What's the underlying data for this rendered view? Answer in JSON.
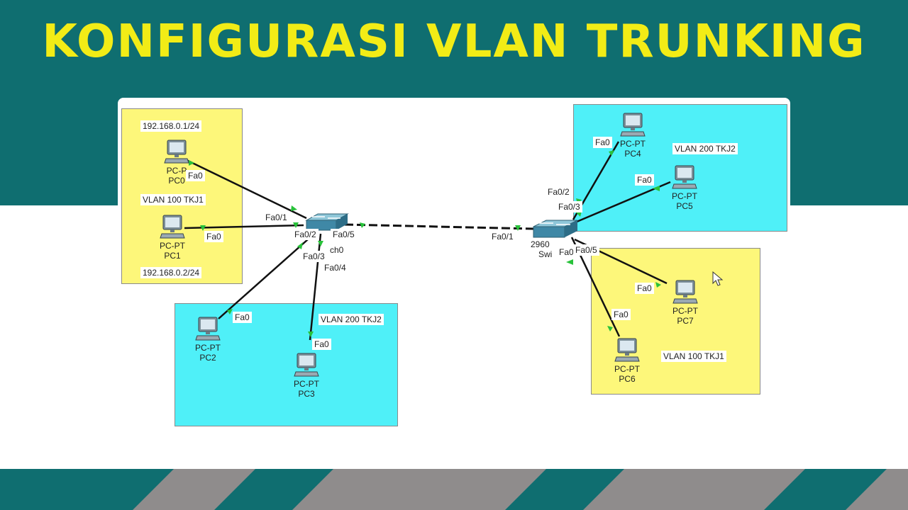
{
  "title": "KONFIGURASI VLAN TRUNKING",
  "colors": {
    "teal": "#0f6e70",
    "title_yellow": "#f2ec16",
    "zone_yellow": "#fdf77a",
    "zone_cyan": "#4ff0f8",
    "stripe_gray": "#8f8c8c"
  },
  "zones": {
    "left_top": {
      "ip_top": "192.168.0.1/24",
      "vlan": "VLAN 100 TKJ1",
      "ip_bottom": "192.168.0.2/24"
    },
    "left_bottom": {
      "vlan": "VLAN 200 TKJ2"
    },
    "right_top": {
      "vlan": "VLAN 200 TKJ2"
    },
    "right_bottom": {
      "vlan": "VLAN 100 TKJ1"
    }
  },
  "pcs": {
    "pc0": {
      "type": "PC-P",
      "name": "PC0",
      "port": "Fa0"
    },
    "pc1": {
      "type": "PC-PT",
      "name": "PC1",
      "port": "Fa0"
    },
    "pc2": {
      "type": "PC-PT",
      "name": "PC2",
      "port": "Fa0"
    },
    "pc3": {
      "type": "PC-PT",
      "name": "PC3",
      "port": "Fa0"
    },
    "pc4": {
      "type": "PC-PT",
      "name": "PC4",
      "port": "Fa0"
    },
    "pc5": {
      "type": "PC-PT",
      "name": "PC5",
      "port": "Fa0"
    },
    "pc6": {
      "type": "PC-PT",
      "name": "PC6",
      "port": "Fa0"
    },
    "pc7": {
      "type": "PC-PT",
      "name": "PC7",
      "port": "Fa0"
    }
  },
  "switch0": {
    "label": "ch0",
    "ports": {
      "p1": "Fa0/1",
      "p2": "Fa0/2",
      "p3": "Fa0/3",
      "p4": "Fa0/4",
      "p5": "Fa0/5"
    }
  },
  "switch1": {
    "model": "2960",
    "label": "Swi",
    "ports": {
      "p1": "Fa0/1",
      "p2": "Fa0/2",
      "p3": "Fa0/3",
      "p4": "Fa0",
      "p5": "Fa0/5"
    }
  }
}
